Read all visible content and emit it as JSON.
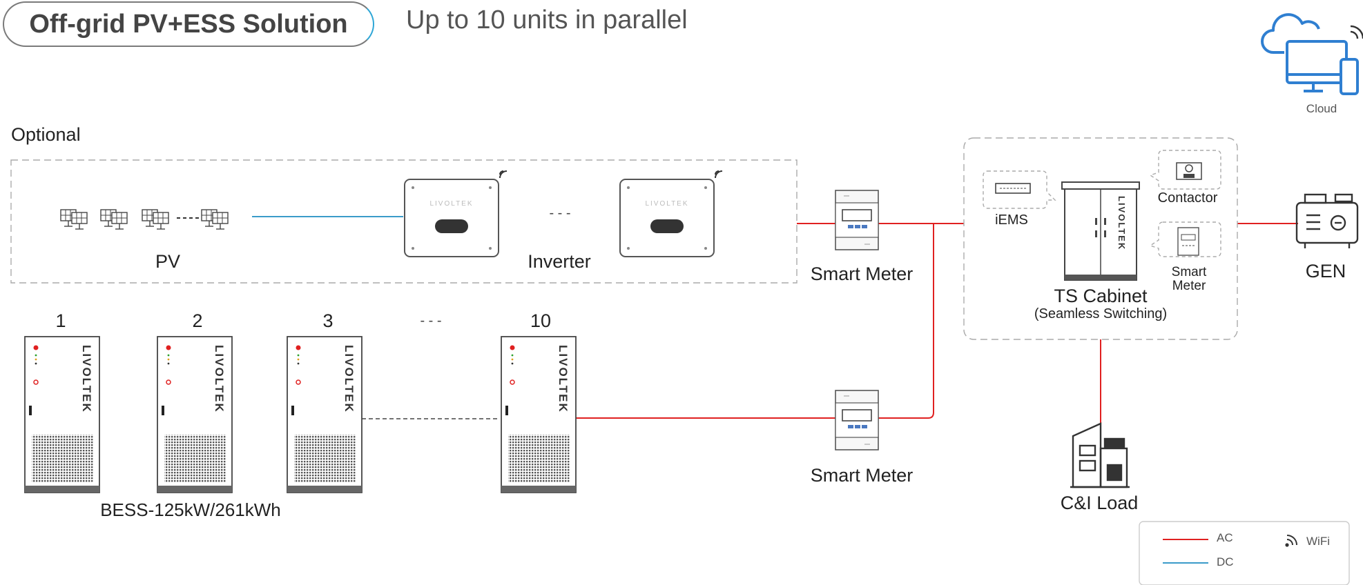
{
  "header": {
    "badge": "Off-grid PV+ESS Solution",
    "subtitle": "Up to 10 units in parallel"
  },
  "labels": {
    "optional": "Optional",
    "pv": "PV",
    "inverter": "Inverter",
    "smart_meter_top": "Smart Meter",
    "smart_meter_bottom": "Smart Meter",
    "iems": "iEMS",
    "contactor": "Contactor",
    "smart_meter_cabinet_line1": "Smart",
    "smart_meter_cabinet_line2": "Meter",
    "ts_cabinet": "TS Cabinet",
    "ts_cabinet_sub": "(Seamless Switching)",
    "gen": "GEN",
    "cloud": "Cloud",
    "load": "C&I Load",
    "bess": "BESS-125kW/261kWh",
    "inverter_ellipsis": "- - -",
    "bess_ellipsis": "- - -"
  },
  "bess_units": [
    "1",
    "2",
    "3",
    "10"
  ],
  "brand": "LIVOLTEK",
  "legend": {
    "ac": "AC",
    "dc": "DC",
    "wifi": "WiFi"
  },
  "colors": {
    "ac": "#e02020",
    "dc": "#3a9bc9",
    "cloud": "#2f7fd1",
    "dash": "#999999"
  },
  "icons": [
    "solar-panel-icon",
    "inverter-icon",
    "smart-meter-icon",
    "bess-cabinet-icon",
    "iems-icon",
    "contactor-icon",
    "ts-cabinet-icon",
    "generator-icon",
    "cloud-device-icon",
    "building-load-icon",
    "wifi-icon"
  ]
}
